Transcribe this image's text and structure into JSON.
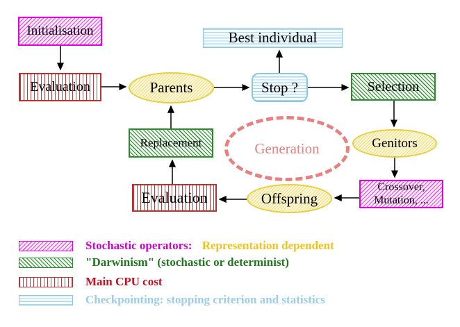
{
  "diagram": {
    "nodes": {
      "initialisation": {
        "label": "Initialisation"
      },
      "evaluation_top": {
        "label": "Evaluation"
      },
      "parents": {
        "label": "Parents"
      },
      "best_individual": {
        "label": "Best individual"
      },
      "stop": {
        "label": "Stop ?"
      },
      "selection": {
        "label": "Selection"
      },
      "replacement": {
        "label": "Replacement"
      },
      "generation": {
        "label": "Generation"
      },
      "genitors": {
        "label": "Genitors"
      },
      "evaluation_bottom": {
        "label": "Evaluation"
      },
      "offspring": {
        "label": "Offspring"
      },
      "crossover": {
        "line1": "Crossover,",
        "line2": "Mutation, ..."
      }
    },
    "legend": {
      "items": [
        {
          "swatch": "magenta-diagonal-hatch",
          "label": "Stochastic operators:",
          "label2": "Representation dependent"
        },
        {
          "swatch": "green-diagonal-hatch",
          "label": "\"Darwinism\" (stochastic or determinist)"
        },
        {
          "swatch": "red-vertical-stripes",
          "label": "Main CPU cost"
        },
        {
          "swatch": "cyan-horizontal-stripes",
          "label": "Checkpointing: stopping criterion and statistics"
        }
      ]
    },
    "colors": {
      "magenta_border": "#e300e3",
      "magenta_text": "#cc00cc",
      "green": "#2d8b2d",
      "red": "#c03030",
      "cyan_border": "#8cc8dc",
      "cyan_stripe": "#aed8e8",
      "yellow_border": "#e6cf3e",
      "yellow_fill": "#fdf8dc",
      "salmon": "#e98080",
      "legend_gold": "#f0c31e",
      "legend_blue": "#9cceea",
      "legend_red": "#c31022",
      "arrow": "#000000"
    }
  }
}
